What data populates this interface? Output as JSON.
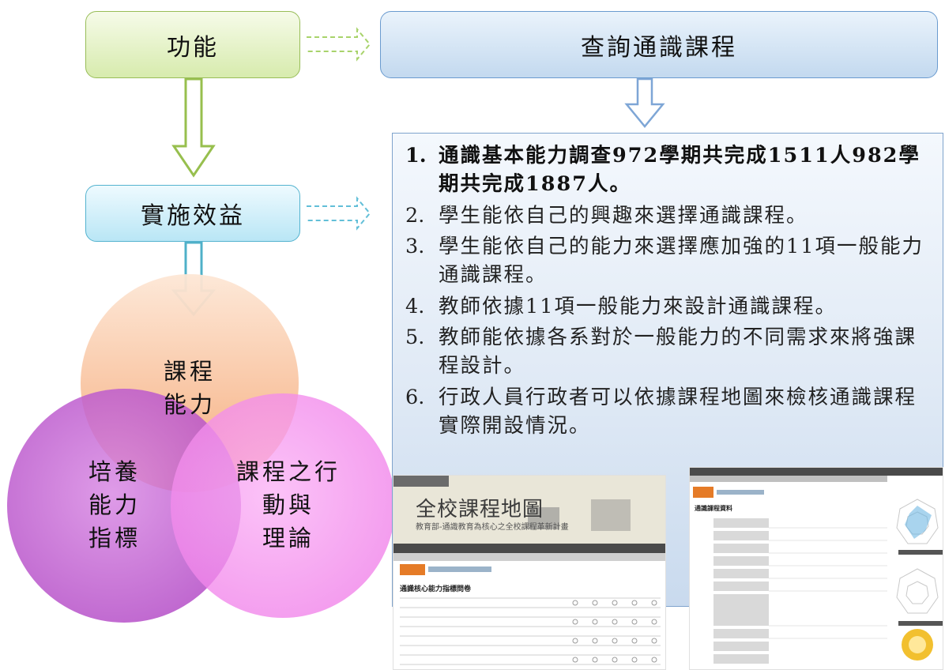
{
  "nodes": {
    "function": "功能",
    "benefit": "實施效益",
    "query": "查詢通識課程"
  },
  "results": [
    {
      "num": "1.",
      "text": "通識基本能力調查972學期共完成1511人982學期共完成1887人。",
      "bold": true
    },
    {
      "num": "2.",
      "text": "學生能依自己的興趣來選擇通識課程。",
      "bold": false
    },
    {
      "num": "3.",
      "text": "學生能依自己的能力來選擇應加強的11項一般能力通識課程。",
      "bold": false
    },
    {
      "num": "4.",
      "text": "教師依據11項一般能力來設計通識課程。",
      "bold": false
    },
    {
      "num": "5.",
      "text": "教師能依據各系對於一般能力的不同需求來將強課程設計。",
      "bold": false
    },
    {
      "num": "6.",
      "text": "行政人員行政者可以依據課程地圖來檢核通識課程實際開設情況。",
      "bold": false
    }
  ],
  "venn": {
    "top": [
      "課程",
      "能力"
    ],
    "left": [
      "培養",
      "能力",
      "指標"
    ],
    "right": [
      "課程之行",
      "動與",
      "理論"
    ]
  },
  "screenshot_left": {
    "banner_title": "全校課程地圖",
    "banner_subtitle": "教育部-通識教育為核心之全校課程革新計畫",
    "section_title": "通識核心能力指標問卷"
  },
  "screenshot_right": {
    "section_title": "通識課程資料"
  },
  "colors": {
    "function_box": "#d7ebad",
    "benefit_box": "#b9e6f5",
    "query_box": "#c3d9ef",
    "circle_top": "#f7b482",
    "circle_left": "#c25ad3",
    "circle_right": "#f58cf0"
  }
}
